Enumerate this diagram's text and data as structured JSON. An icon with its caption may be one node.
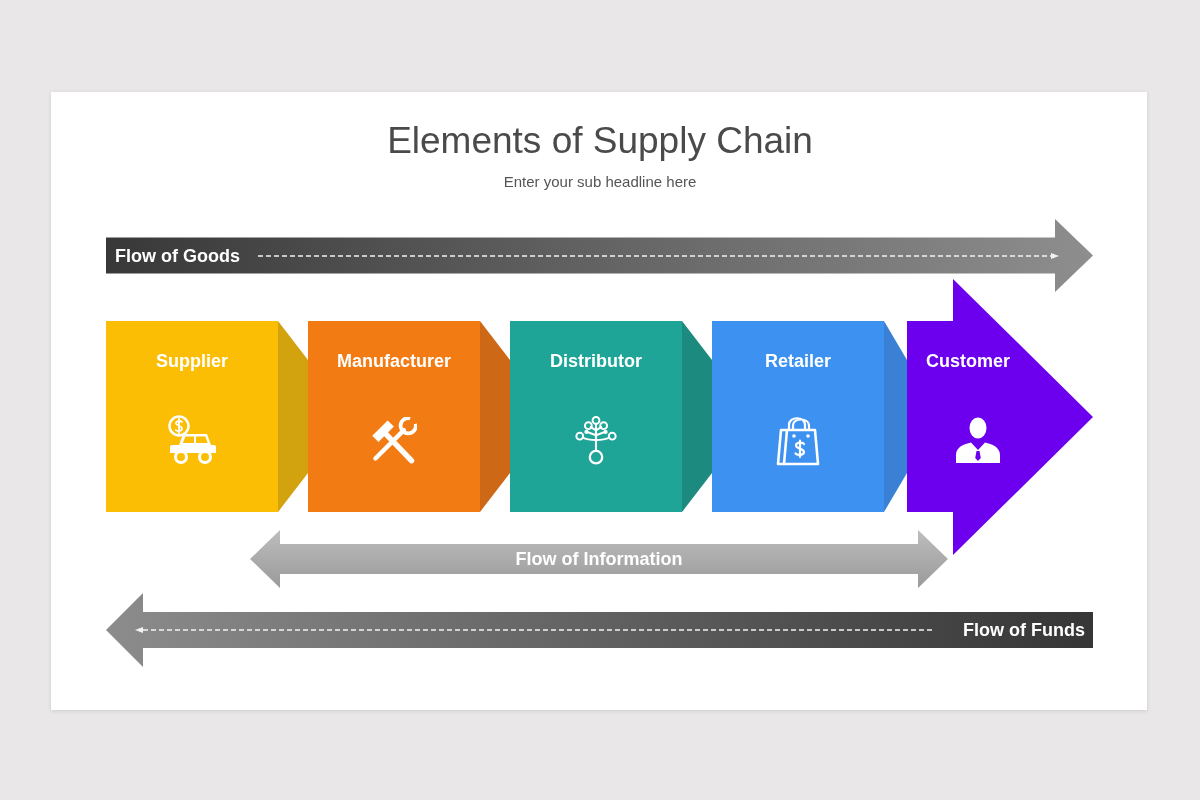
{
  "diagram": {
    "title": "Elements of Supply Chain",
    "nodes": [
      {
        "text": [
          "Flow of Goods"
        ]
      },
      {
        "text": [
          "Supplier"
        ]
      },
      {
        "text": [
          "Manufacturer"
        ]
      },
      {
        "text": [
          "Distributor"
        ]
      },
      {
        "text": [
          "Retailer"
        ]
      },
      {
        "text": [
          "Customer"
        ]
      },
      {
        "text": [
          "Flow of Information"
        ]
      },
      {
        "text": [
          "Flow of Funds"
        ]
      }
    ],
    "labels": [
      "Enter your sub headline here"
    ]
  }
}
